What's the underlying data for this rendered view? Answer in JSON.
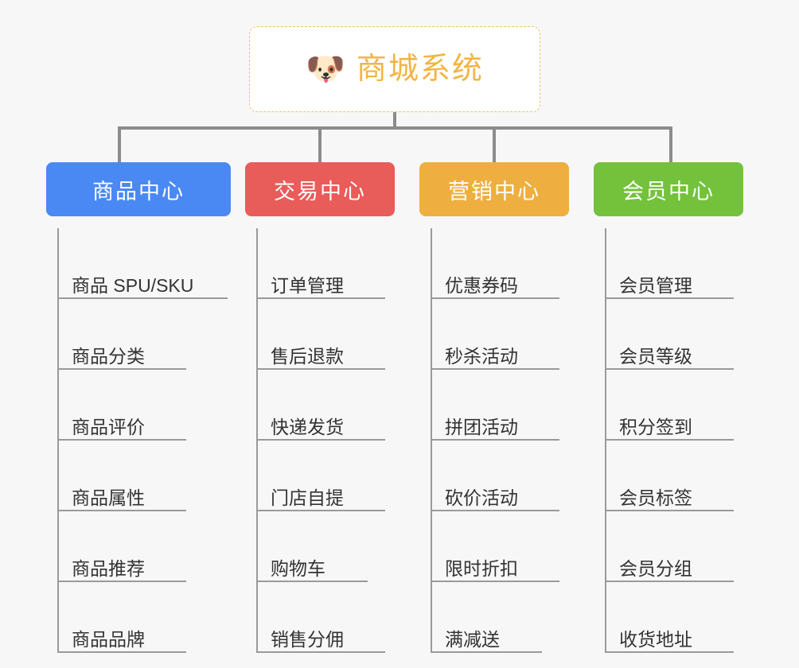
{
  "diagram": {
    "title": "商城系统",
    "background_color": "#f7f7f7",
    "line_color": "#8c8c8c",
    "root": {
      "label": "商城系统",
      "icon": "shiba-dog-emoji",
      "emoji": "🐶",
      "text_color": "#f2b544",
      "border_color": "#f0c269",
      "background_color": "#ffffff"
    },
    "branches": [
      {
        "label": "商品中心",
        "color": "#4a89f3",
        "items": [
          {
            "label": "商品 SPU/SKU",
            "underline_width": 212
          },
          {
            "label": "商品分类",
            "underline_width": 160
          },
          {
            "label": "商品评价",
            "underline_width": 160
          },
          {
            "label": "商品属性",
            "underline_width": 160
          },
          {
            "label": "商品推荐",
            "underline_width": 160
          },
          {
            "label": "商品品牌",
            "underline_width": 160
          }
        ]
      },
      {
        "label": "交易中心",
        "color": "#e85c5a",
        "items": [
          {
            "label": "订单管理",
            "underline_width": 160
          },
          {
            "label": "售后退款",
            "underline_width": 160
          },
          {
            "label": "快递发货",
            "underline_width": 160
          },
          {
            "label": "门店自提",
            "underline_width": 160
          },
          {
            "label": "购物车",
            "underline_width": 138
          },
          {
            "label": "销售分佣",
            "underline_width": 160
          }
        ]
      },
      {
        "label": "营销中心",
        "color": "#eeaf40",
        "items": [
          {
            "label": "优惠券码",
            "underline_width": 160
          },
          {
            "label": "秒杀活动",
            "underline_width": 160
          },
          {
            "label": "拼团活动",
            "underline_width": 160
          },
          {
            "label": "砍价活动",
            "underline_width": 160
          },
          {
            "label": "限时折扣",
            "underline_width": 160
          },
          {
            "label": "满减送",
            "underline_width": 138
          }
        ]
      },
      {
        "label": "会员中心",
        "color": "#74c23c",
        "items": [
          {
            "label": "会员管理",
            "underline_width": 160
          },
          {
            "label": "会员等级",
            "underline_width": 160
          },
          {
            "label": "积分签到",
            "underline_width": 160
          },
          {
            "label": "会员标签",
            "underline_width": 160
          },
          {
            "label": "会员分组",
            "underline_width": 160
          },
          {
            "label": "收货地址",
            "underline_width": 160
          }
        ]
      }
    ]
  }
}
